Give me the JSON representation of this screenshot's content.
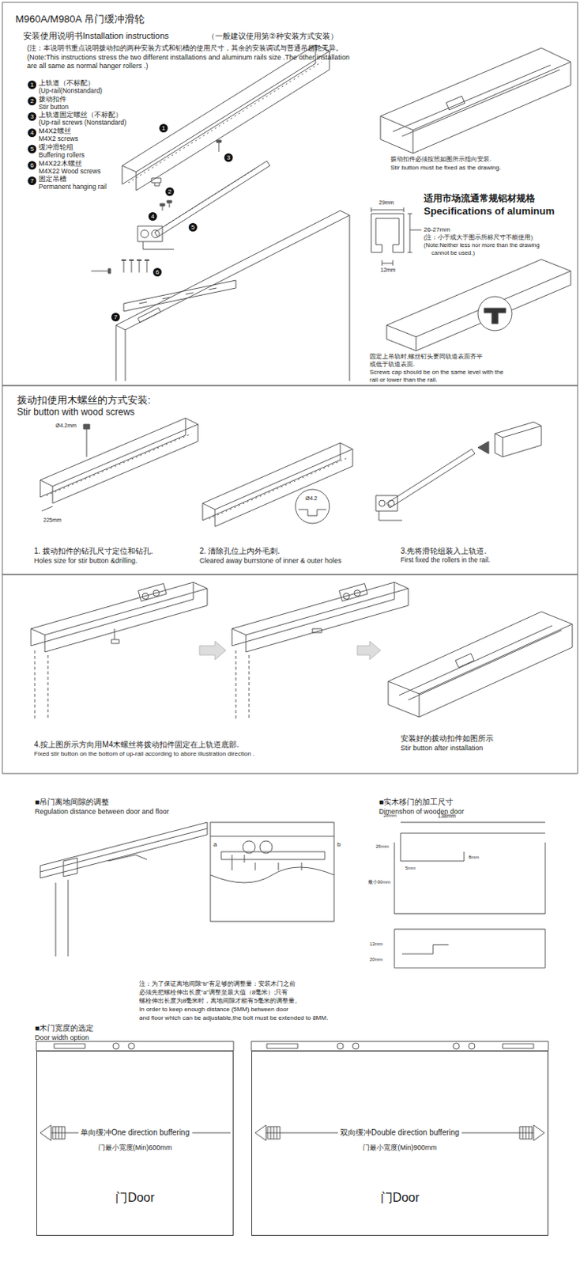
{
  "diagram": {
    "title": "M960A/M980A 吊门缓冲滑轮",
    "nodes": [
      {
        "text": [
          "单向缓冲One direction buffering",
          "门最小宽度(Min)600mm",
          "门Door"
        ]
      },
      {
        "text": [
          "双向缓冲Double direction buffering",
          "门最小宽度(Min)900mm",
          "门Door"
        ]
      }
    ],
    "labels": [
      "安装使用说明书Installation instructions",
      "（一般建议使用第②种安装方式安装）",
      "(注：本说明书重点说明拨动扣的两种安装方式和铝槽的使用尺寸，其余的安装调试与普通吊趟轮无异。",
      "(Note:This instructions stress the two different installations and aluminum rails size .The other installation",
      "are all same as normal hanger rollers .)",
      "1",
      "上轨道（不标配）",
      "(Up-rail(Nonstandard)",
      "2",
      "拨动扣件",
      "Stir button",
      "3",
      "上轨道固定螺丝（不标配）",
      "(Up-rail screws (Nonstandard)",
      "4",
      "M4X2螺丝",
      "M4X2 screws",
      "5",
      "缓冲滑轮组",
      "Buffering rollers",
      "6",
      "M4X22木螺丝",
      "M4X22 Wood screws",
      "7",
      "固定吊槽",
      "Permanent hanging rail",
      "1",
      "2",
      "3",
      "4",
      "5",
      "6",
      "7",
      "拨动扣件必须按照如图所示指向安装.",
      "Stir button must be fixed as the drawing.",
      "适用市场流通常规铝材规格",
      "Specifications of aluminum",
      "29mm",
      "26-27mm",
      "(注：小于或大于图示所标尺寸不能使用)",
      "(Note:Neither less nor more than the drawing",
      "cannot be used.)",
      "12mm",
      "固定上吊轨时,螺丝钉头要同轨道表面齐平",
      "或低于轨道表面.",
      "Screws cap should be on the same level with the",
      "rail or lower than the rail.",
      "拨动扣使用木螺丝的方式安装:",
      "Stir button with wood screws",
      "Ø4.2mm",
      "225mm",
      "Ø4.2",
      "1. 拨动扣件的钻孔尺寸定位和钻孔.",
      "Holes size for stir button &drilling.",
      "2. 清除孔位上内外毛刺.",
      "Cleared away burrstone of inner & outer holes",
      "3.先将滑轮组装入上轨道.",
      "First fixed the rollers in the rail.",
      "4.按上图所示方向用M4木螺丝将拨动扣件固定在上轨道底部.",
      "Fixed stir button on the bottom of up-rail according to abore illustration direction .",
      "安装好的拨动扣件如图所示",
      "Stir button after installation",
      "■吊门离地间隙的调整",
      "Regulation distance between door and floor",
      "a",
      "b",
      "■实木移门的加工尺寸",
      "Dimenshon of wooden door",
      "138mm",
      "28mm",
      "26mm",
      "5mm",
      "8mm",
      "最小30mm",
      "13mm",
      "20mm",
      "注：为了保证离地间隙“b”有足够的调整量：安装木门之前",
      "必须先把螺栓伸出长度“a”调整至最大值（8毫米）;只有",
      "螺栓伸出长度为8毫米时，离地间隙才能有5毫米的调整量。",
      "In order to keep enough distance (5MM) between door",
      "and floor which can be adjustable,the bolt must be extended to 8MM.",
      "■木门宽度的选定",
      "Door width option"
    ]
  }
}
